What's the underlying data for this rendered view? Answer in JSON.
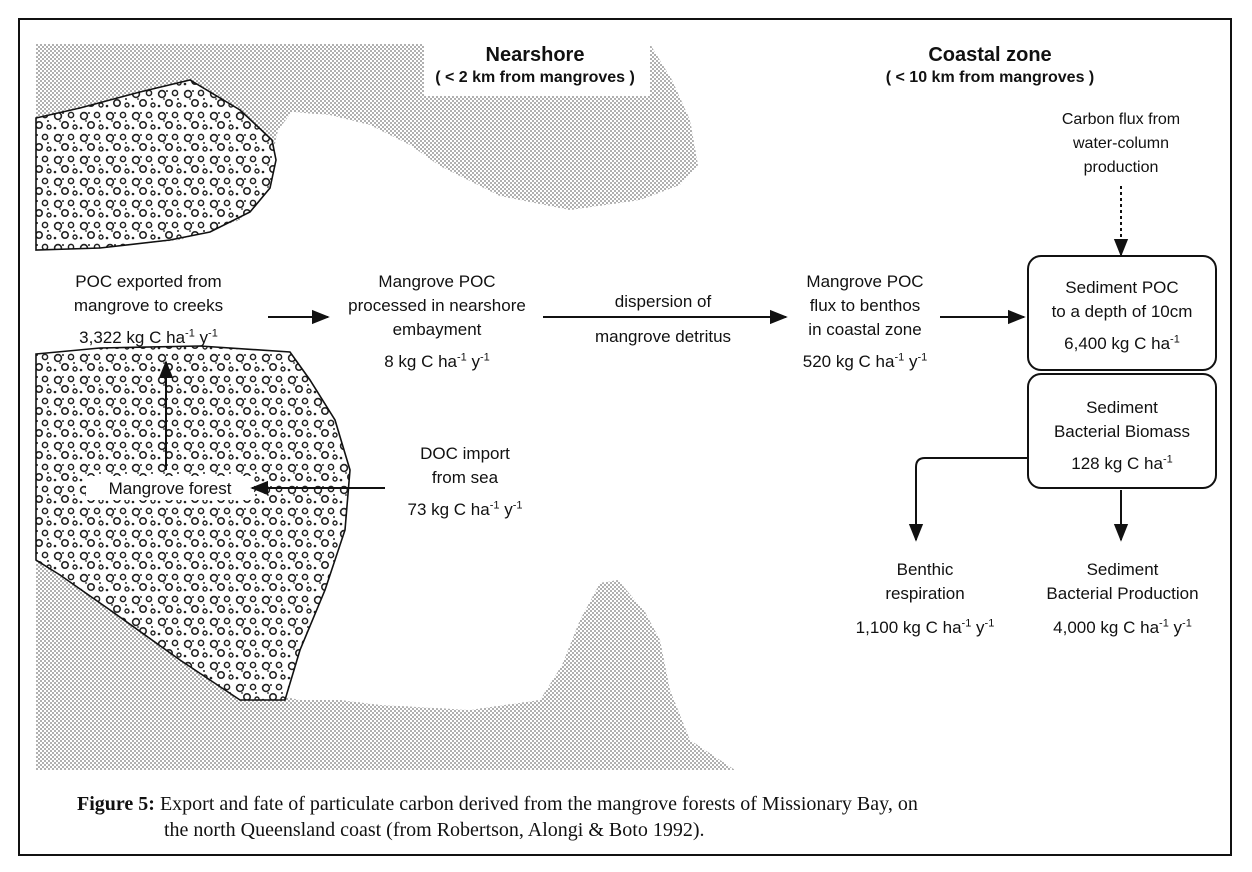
{
  "zones": {
    "nearshore_title": "Nearshore",
    "nearshore_sub": "( < 2 km from mangroves )",
    "coastal_title": "Coastal zone",
    "coastal_sub": "( < 10 km from mangroves )"
  },
  "nodes": {
    "poc_export": {
      "l1": "POC exported from",
      "l2": "mangrove to creeks",
      "v": "3,322 kg C ha",
      "e1": "-1",
      "m": " y",
      "e2": "-1"
    },
    "mangrove_poc_nearshore": {
      "l1": "Mangrove POC",
      "l2": "processed in nearshore",
      "l3": "embayment",
      "v": "8 kg C ha",
      "e1": "-1",
      "m": " y",
      "e2": "-1"
    },
    "dispersion": {
      "l1": "dispersion of",
      "l2": "mangrove detritus"
    },
    "flux_benthos": {
      "l1": "Mangrove POC",
      "l2": "flux to benthos",
      "l3": "in coastal zone",
      "v": "520 kg C ha",
      "e1": "-1",
      "m": " y",
      "e2": "-1"
    },
    "carbon_flux": {
      "l1": "Carbon flux from",
      "l2": "water-column",
      "l3": "production"
    },
    "sediment_poc": {
      "l1": "Sediment POC",
      "l2": "to a depth of 10cm",
      "v": "6,400 kg C ha",
      "e1": "-1"
    },
    "bacterial_biomass": {
      "l1": "Sediment",
      "l2": "Bacterial Biomass",
      "v": "128 kg C ha",
      "e1": "-1"
    },
    "doc_import": {
      "l1": "DOC import",
      "l2": "from sea",
      "v": "73 kg C ha",
      "e1": "-1",
      "m": " y",
      "e2": "-1"
    },
    "mangrove_forest": {
      "l1": "Mangrove forest"
    },
    "benthic_respiration": {
      "l1": "Benthic",
      "l2": "respiration",
      "v": "1,100 kg C ha",
      "e1": "-1",
      "m": " y",
      "e2": "-1"
    },
    "bacterial_production": {
      "l1": "Sediment",
      "l2": "Bacterial Production",
      "v": "4,000 kg C ha",
      "e1": "-1",
      "m": " y",
      "e2": "-1"
    }
  },
  "caption": {
    "label": "Figure 5:",
    "text1": " Export and fate of particulate carbon derived from the mangrove forests of Missionary Bay, on",
    "text2": "the north Queensland coast (from Robertson, Alongi & Boto 1992)."
  },
  "colors": {
    "land_stipple": "#c8c8c8",
    "ink": "#111111"
  }
}
